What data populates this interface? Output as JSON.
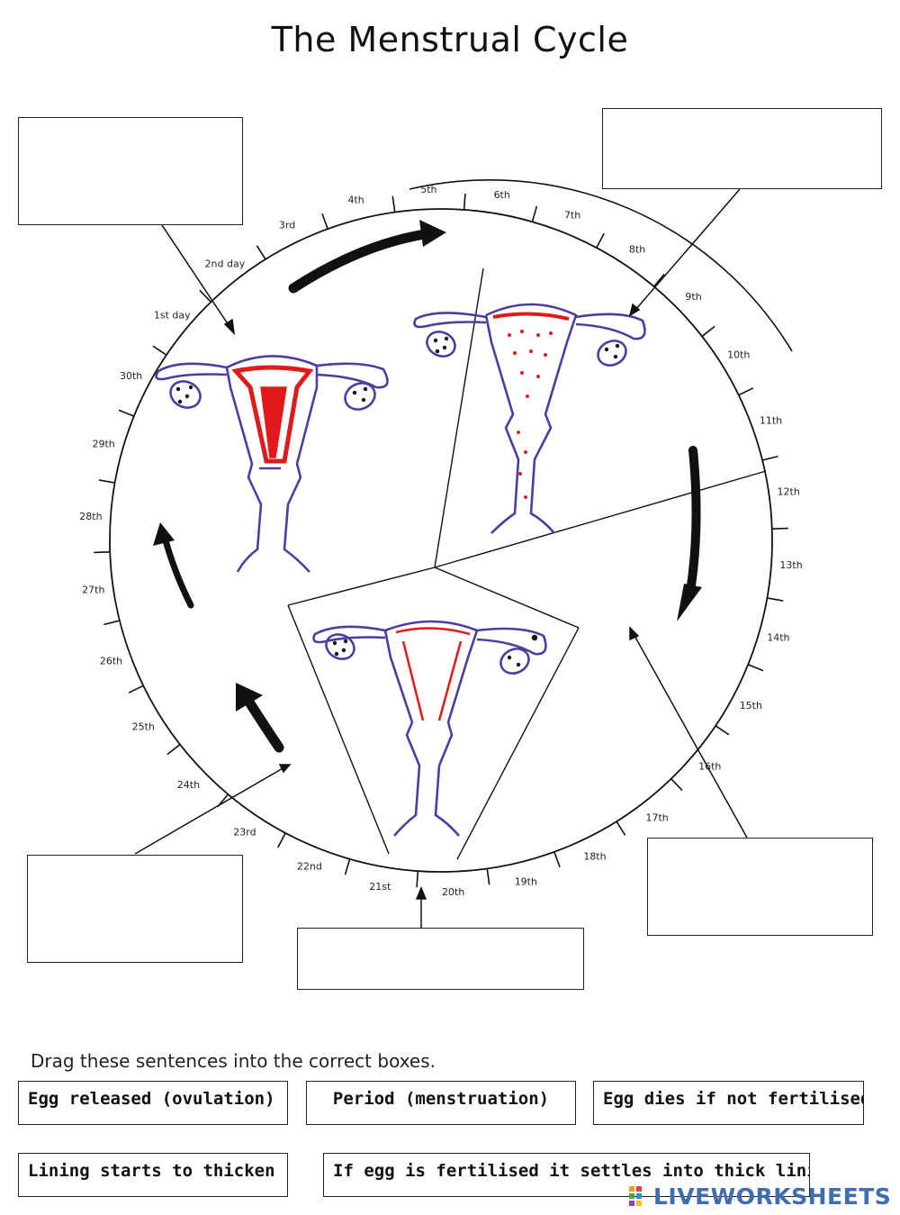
{
  "title": "The Menstrual Cycle",
  "day_labels": [
    "28th",
    "29th",
    "30th",
    "1st day",
    "2nd day",
    "3rd",
    "4th",
    "5th",
    "6th",
    "7th",
    "8th",
    "9th",
    "10th",
    "11th",
    "12th",
    "13th",
    "14th",
    "15th",
    "16th",
    "17th",
    "18th",
    "19th",
    "20th",
    "21st",
    "22nd",
    "23rd",
    "24th",
    "25th",
    "26th",
    "27th"
  ],
  "instruction": "Drag these sentences into the correct boxes.",
  "cards": [
    {
      "id": "ovulation",
      "label": "Egg released (ovulation)"
    },
    {
      "id": "period",
      "label": "Period (menstruation)"
    },
    {
      "id": "egg-dies",
      "label": "Egg dies if not fertilised"
    },
    {
      "id": "lining-thickens",
      "label": "Lining starts to thicken"
    },
    {
      "id": "fertilised",
      "label": "If egg is fertilised it settles into thick lining"
    }
  ],
  "brand": {
    "name": "LIVEWORKSHEETS",
    "color": "#3f6db0"
  },
  "colors": {
    "outline": "#4a3fa0",
    "lining": "#e01a1a"
  }
}
